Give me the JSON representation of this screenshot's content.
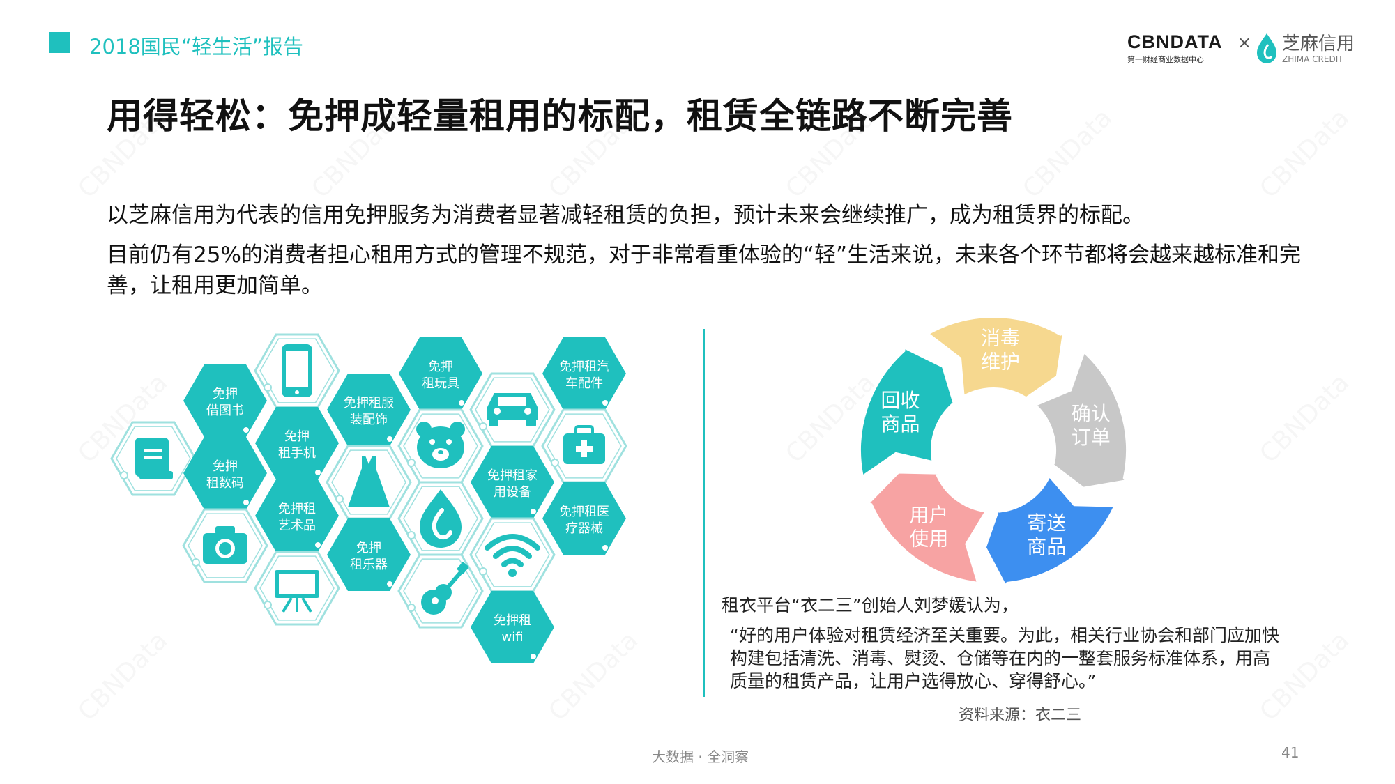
{
  "header": {
    "title": "2018国民“轻生活”报告"
  },
  "brand": {
    "cbn_logo": "CBNDATA",
    "cbn_sub": "第一财经商业数据中心",
    "cross": "×",
    "zhima_cn": "芝麻信用",
    "zhima_en": "ZHIMA CREDIT"
  },
  "title": "用得轻松：免押成轻量租用的标配，租赁全链路不断完善",
  "paragraphs": [
    "以芝麻信用为代表的信用免押服务为消费者显著减轻租赁的负担，预计未来会继续推广，成为租赁界的标配。",
    "目前仍有25%的消费者担心租用方式的管理不规范，对于非常看重体验的“轻”生活来说，未来各个环节都将会越来越标准和完善，让租用更加简单。"
  ],
  "hex_labels": {
    "books": [
      "免押",
      "借图书"
    ],
    "digital": [
      "免押",
      "租数码"
    ],
    "phone": [
      "免押",
      "租手机"
    ],
    "art": [
      "免押租",
      "艺术品"
    ],
    "clothing": [
      "免押租服",
      "装配饰"
    ],
    "music": [
      "免押",
      "租乐器"
    ],
    "toys": [
      "免押",
      "租玩具"
    ],
    "appliance": [
      "免押租家",
      "用设备"
    ],
    "wifi": [
      "免押租",
      "wifi"
    ],
    "car": [
      "免押租汽",
      "车配件"
    ],
    "medical": [
      "免押租医",
      "疗器械"
    ]
  },
  "hex_icons": [
    "book-icon",
    "phone-icon",
    "camera-icon",
    "whiteboard-icon",
    "dress-icon",
    "bear-icon",
    "zhima-drop-icon",
    "guitar-icon",
    "car-icon",
    "wifi-icon",
    "medical-kit-icon"
  ],
  "cycle": [
    {
      "label": [
        "消毒",
        "维护"
      ],
      "color": "#f6d88f"
    },
    {
      "label": [
        "确认",
        "订单"
      ],
      "color": "#c8c8c8"
    },
    {
      "label": [
        "寄送",
        "商品"
      ],
      "color": "#3d8ff0"
    },
    {
      "label": [
        "用户",
        "使用"
      ],
      "color": "#f7a3a3"
    },
    {
      "label": [
        "回收",
        "商品"
      ],
      "color": "#1fc0be"
    }
  ],
  "quote": {
    "intro": "租衣平台“衣二三”创始人刘梦媛认为，",
    "body": "“好的用户体验对租赁经济至关重要。为此，相关行业协会和部门应加快构建包括清洗、消毒、熨烫、仓储等在内的一整套服务标准体系，用高质量的租赁产品，让用户选得放心、穿得舒心。”"
  },
  "source": "资料来源：衣二三",
  "footer": "大数据 · 全洞察",
  "page_number": "41",
  "watermark": "CBNData",
  "colors": {
    "teal": "#1fc0be",
    "teal_light": "#9fe1df",
    "header_text": "#1fc0be"
  }
}
